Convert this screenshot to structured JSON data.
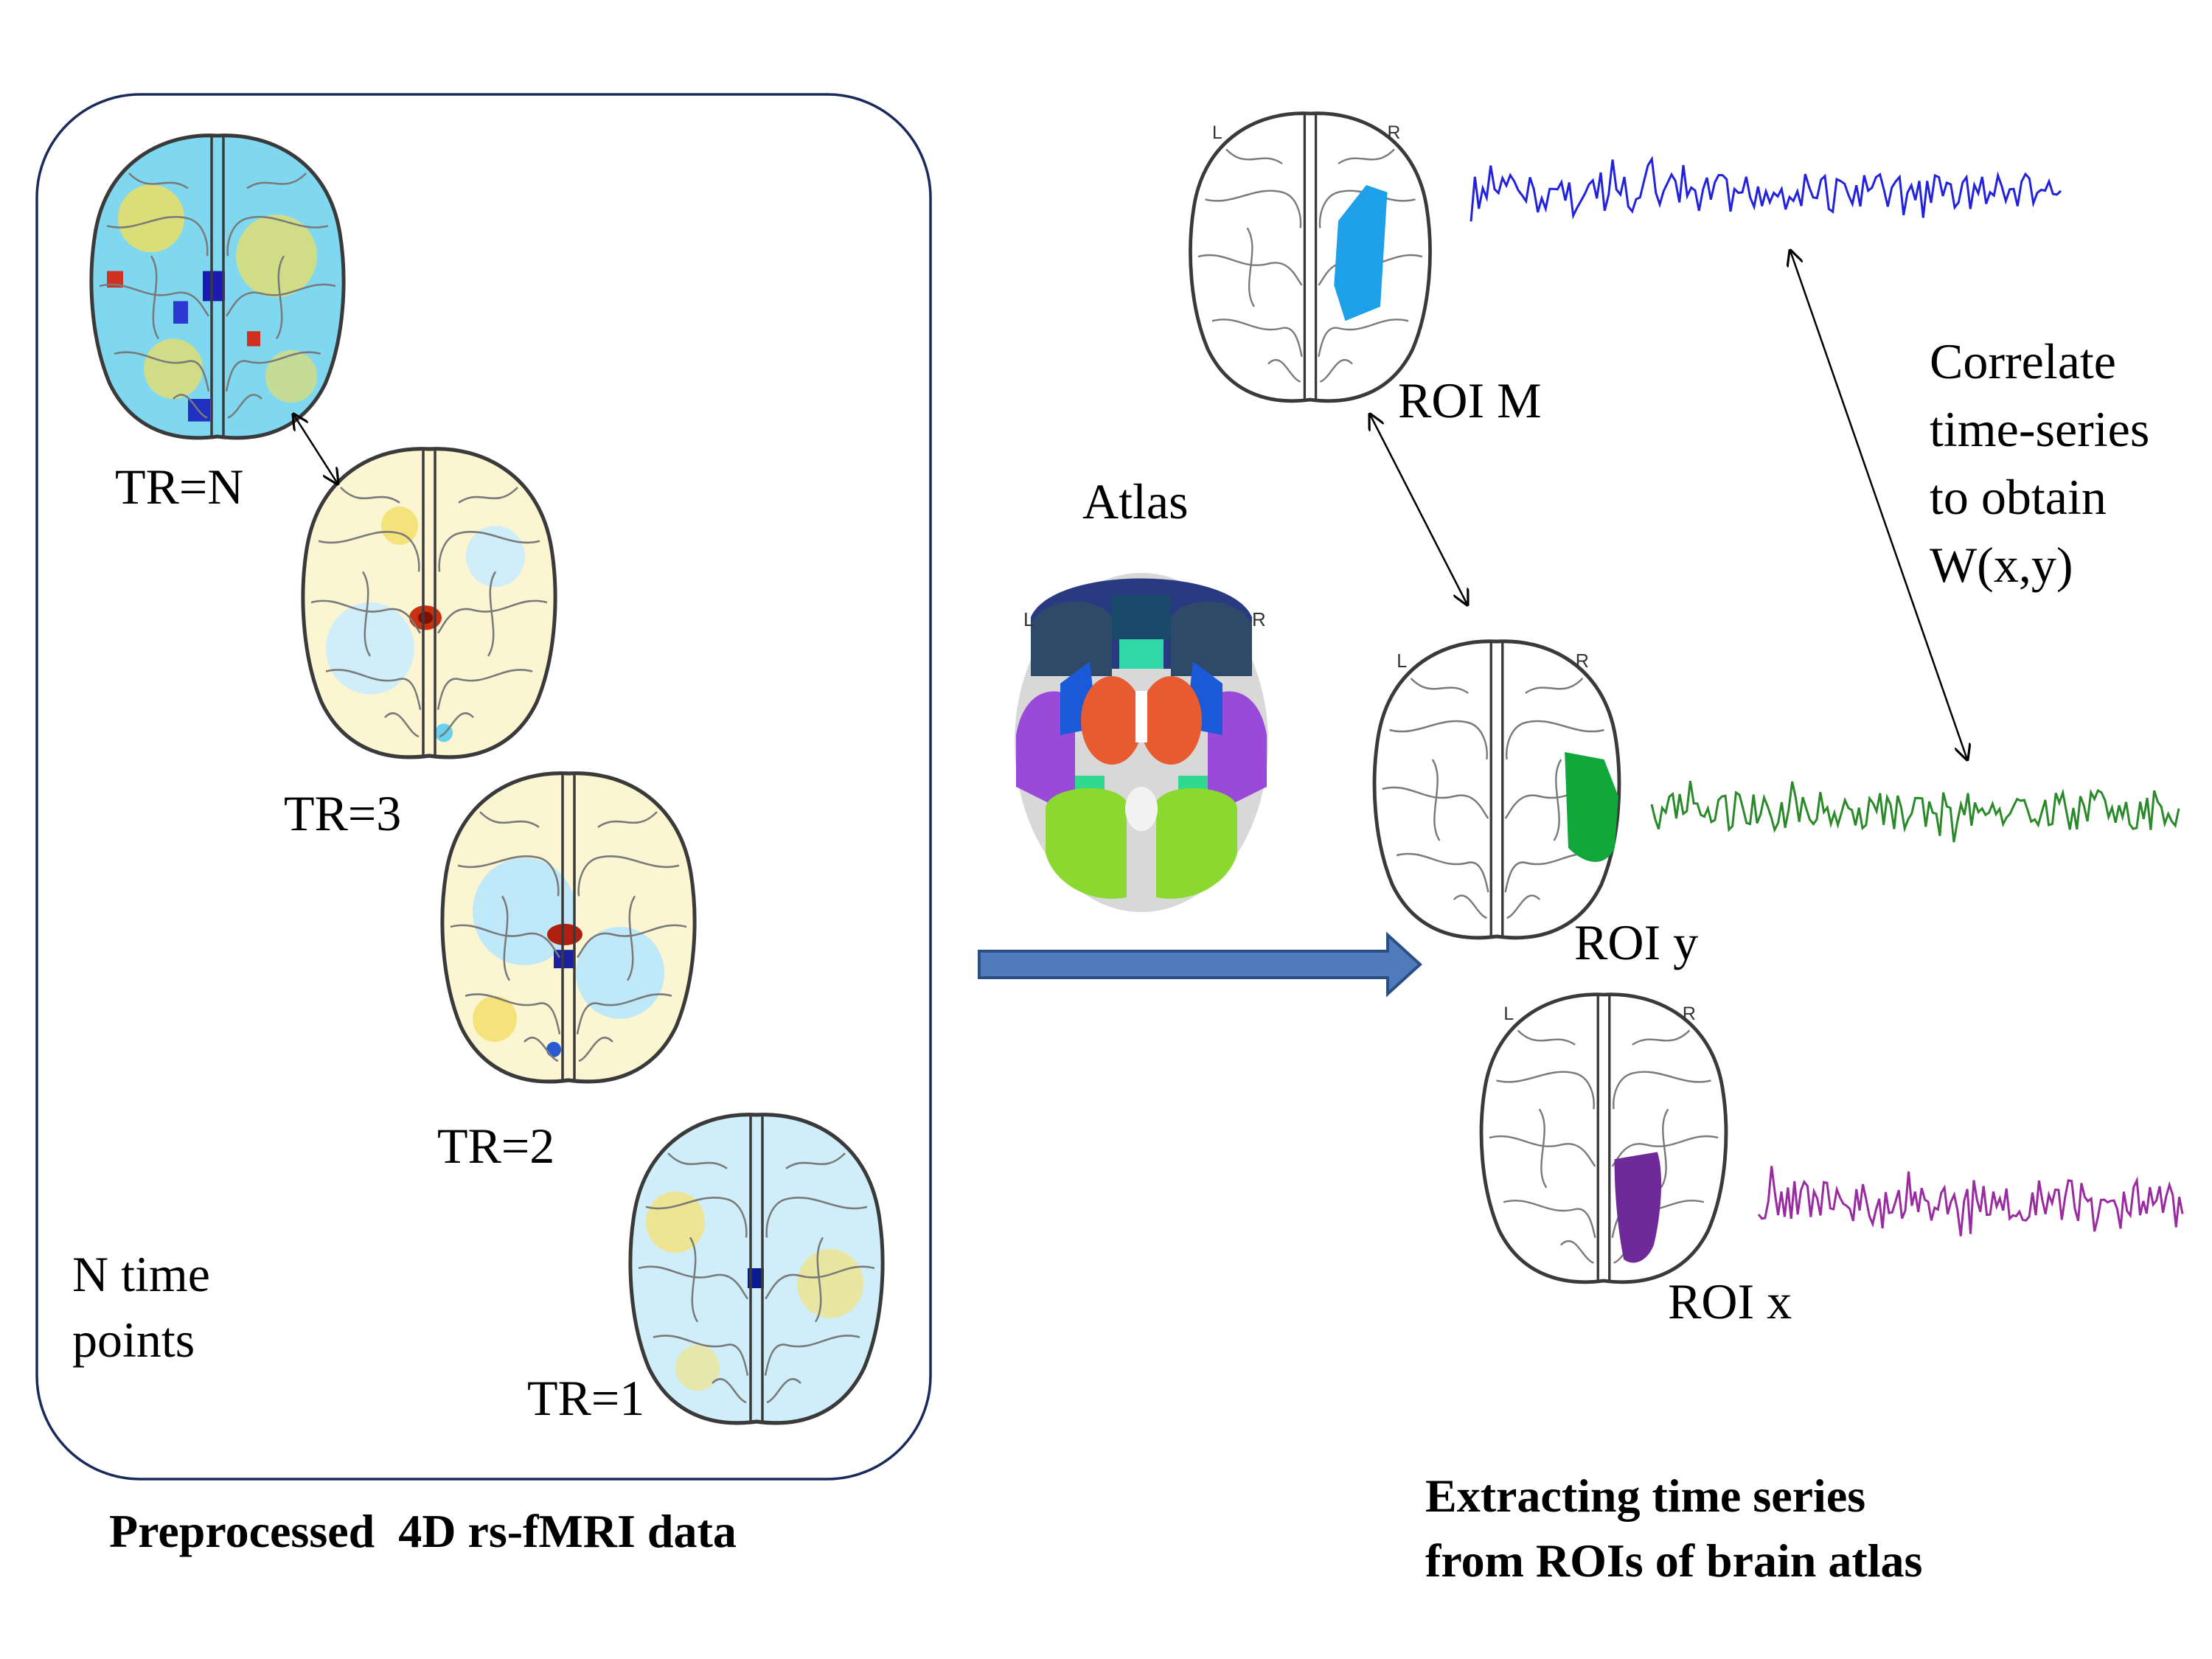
{
  "left_panel": {
    "caption": "Preprocessed  4D rs-fMRI data",
    "note_lines": [
      "N time",
      "points"
    ],
    "tr_labels": [
      "TR=N",
      "TR=3",
      "TR=2",
      "TR=1"
    ]
  },
  "atlas": {
    "label": "Atlas"
  },
  "rois": {
    "m": {
      "label": "ROI M",
      "color": "#1ea0e8",
      "signal_color": "#2222dd"
    },
    "y": {
      "label": "ROI y",
      "color": "#10a83a",
      "signal_color": "#2a8a2a"
    },
    "x": {
      "label": "ROI x",
      "color": "#6f2a9a",
      "signal_color": "#9a2aa0"
    }
  },
  "hemisphere": {
    "left": "L",
    "right": "R"
  },
  "correlate_lines": [
    "Correlate",
    "time-series",
    "to obtain",
    "W(x,y)"
  ],
  "extract_caption_lines": [
    "Extracting time series",
    "from ROIs of brain atlas"
  ],
  "colors": {
    "panel_border": "#1a2a5a",
    "arrow_fill": "#4f7bbd",
    "arrow_stroke": "#2c4e82"
  }
}
